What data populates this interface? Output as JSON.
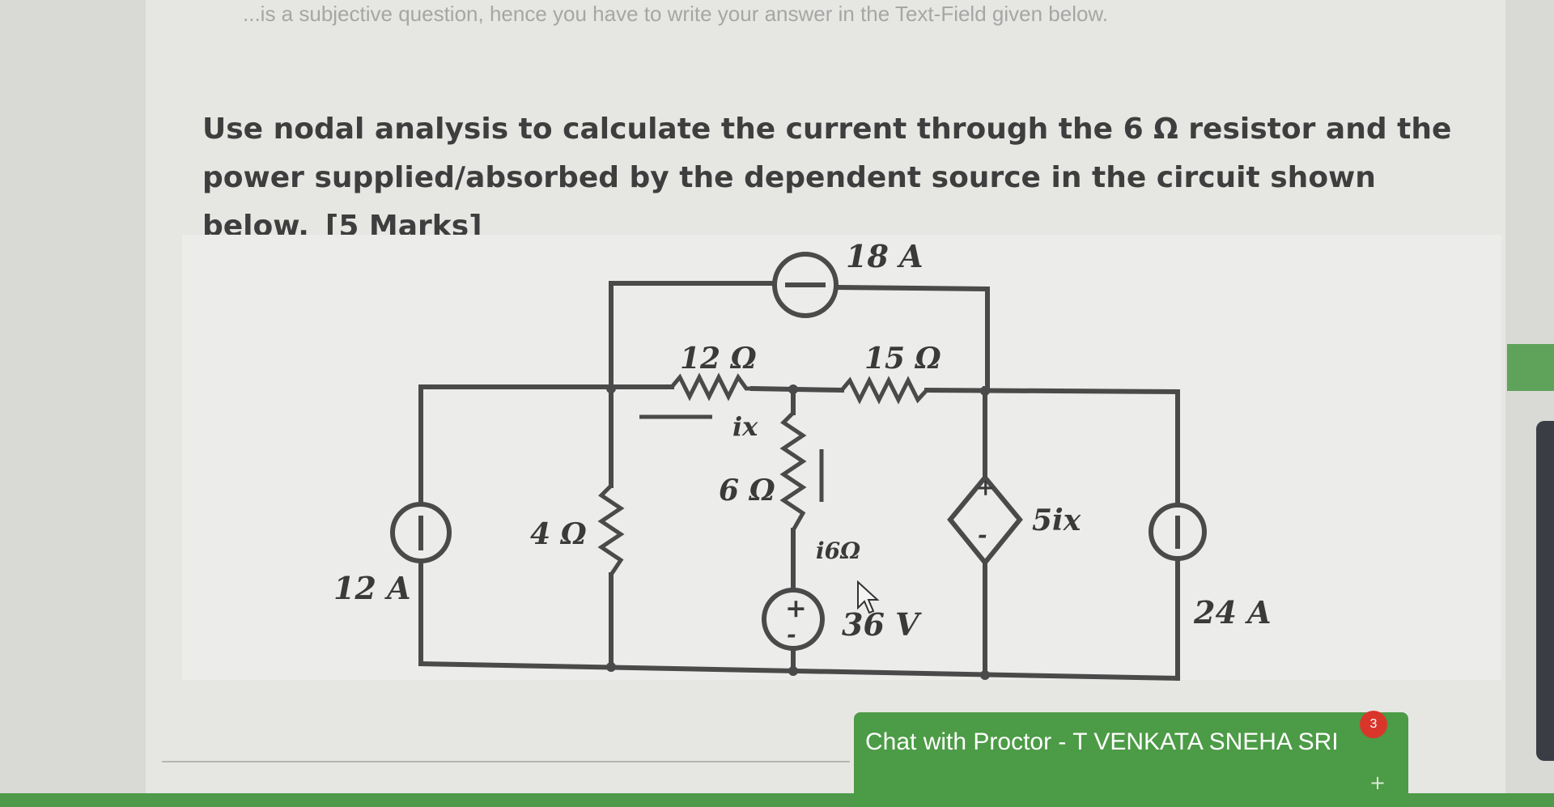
{
  "page": {
    "top_instruction": "...is a subjective question, hence you have to write your answer in the Text-Field given below.",
    "question_text": "Use nodal analysis to calculate the current through the 6 Ω resistor and the power supplied/absorbed by the dependent source in the circuit shown below.",
    "marks_text": "[5 Marks]"
  },
  "circuit": {
    "top_source_label": "18 A",
    "r12_label": "12 Ω",
    "r15_label": "15 Ω",
    "ix_label": "ix",
    "r6_label": "6 Ω",
    "i6_label": "i6Ω",
    "r4_label": "4 Ω",
    "left_source_label": "12 A",
    "vsource_label": "36 V",
    "dep_source_label": "5ix",
    "right_source_label": "24 A",
    "plus_sign": "+",
    "minus_sign": "-"
  },
  "chat": {
    "label": "Chat with Proctor - T VENKATA SNEHA SRI",
    "badge_count": "3",
    "expand_symbol": "+"
  },
  "colors": {
    "chat_green": "#4c9b46",
    "badge_red": "#d9362b",
    "wire": "#4a4a4a"
  }
}
